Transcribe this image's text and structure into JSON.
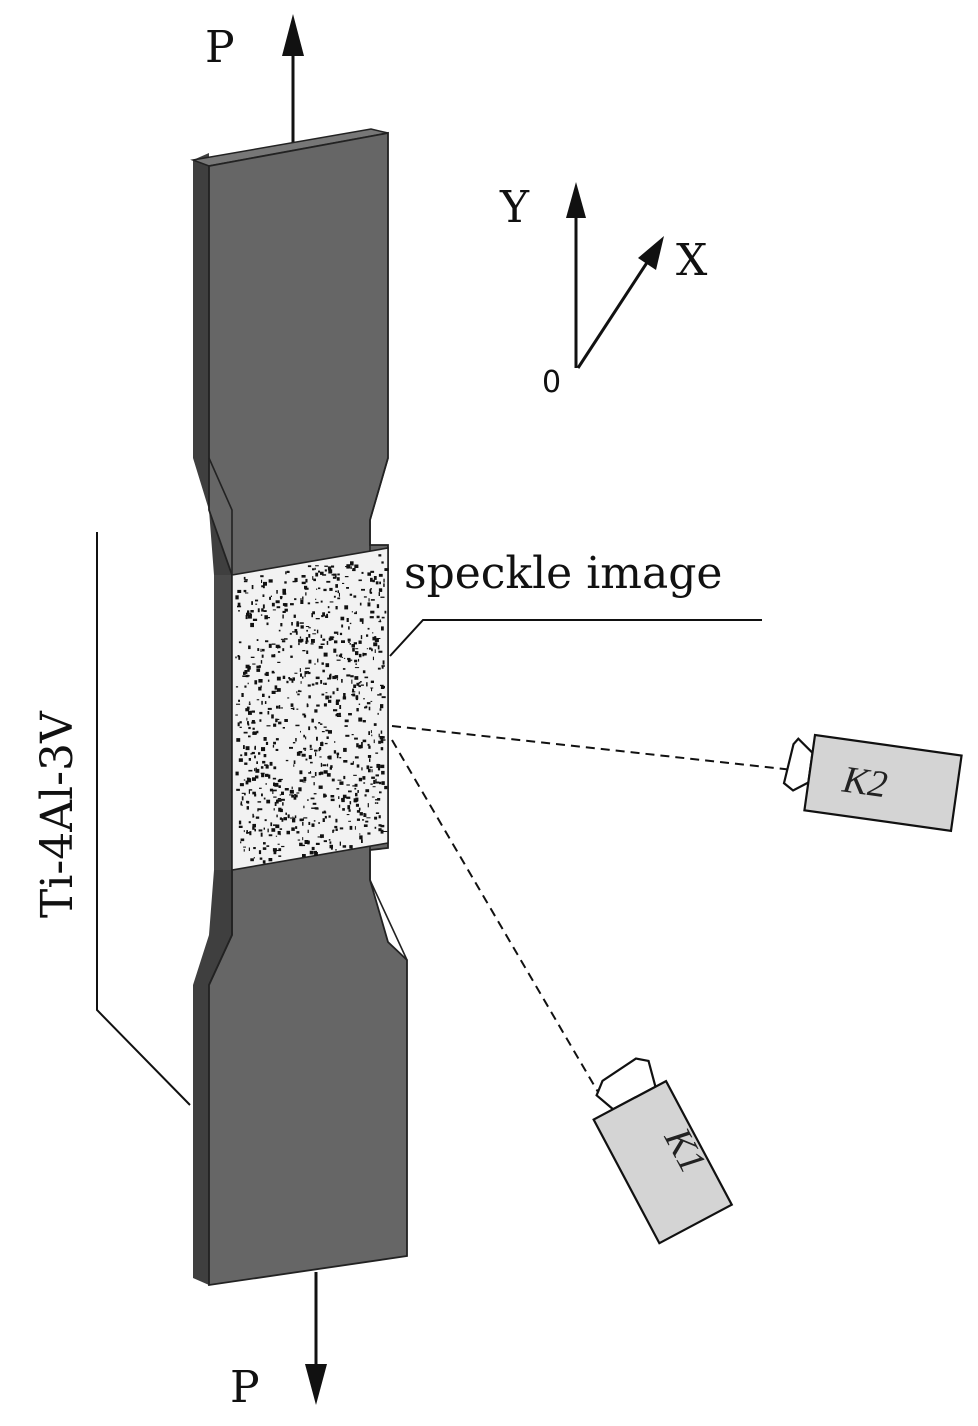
{
  "load_top_label": "P",
  "load_bottom_label": "P",
  "axes": {
    "y_label": "Y",
    "x_label": "X",
    "origin_label": "0"
  },
  "specimen_label": "Ti-4Al-3V",
  "speckle_label": "speckle image",
  "camera_1_label": "K1",
  "camera_2_label": "K2",
  "colors": {
    "specimen_face": "#666666",
    "specimen_side": "#3f3f3f",
    "speckle_bg": "#f2f2f2",
    "camera_body": "#d4d4d4",
    "line": "#111111"
  }
}
